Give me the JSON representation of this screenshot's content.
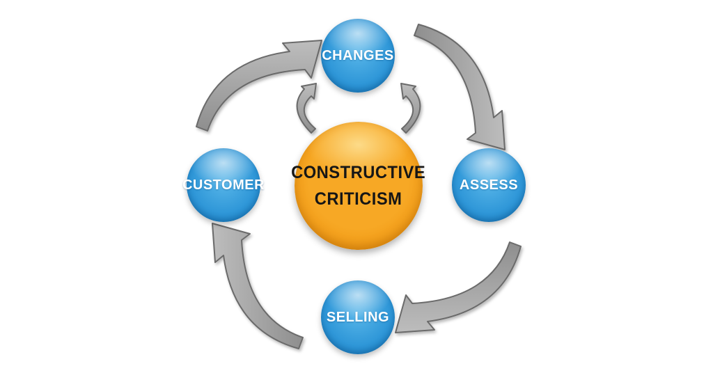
{
  "diagram": {
    "title": "",
    "center": {
      "label_line1": "CONSTRUCTIVE",
      "label_line2": "CRITICISM",
      "color": "#F2A41F"
    },
    "nodes": [
      {
        "id": "changes",
        "position": "top",
        "label": "CHANGES"
      },
      {
        "id": "assess",
        "position": "right",
        "label": "ASSESS"
      },
      {
        "id": "selling",
        "position": "bottom",
        "label": "SELLING"
      },
      {
        "id": "customer",
        "position": "left",
        "label": "CUSTOMER"
      }
    ],
    "node_color": "#2F97D8",
    "arrow_color": "#A2A2A2",
    "flow_direction": "clockwise",
    "icons": [
      "curved-arrow-icon",
      "curved-arrow-icon",
      "curved-arrow-icon",
      "curved-arrow-icon",
      "small-swirl-arrow-icon",
      "small-swirl-arrow-icon"
    ]
  }
}
